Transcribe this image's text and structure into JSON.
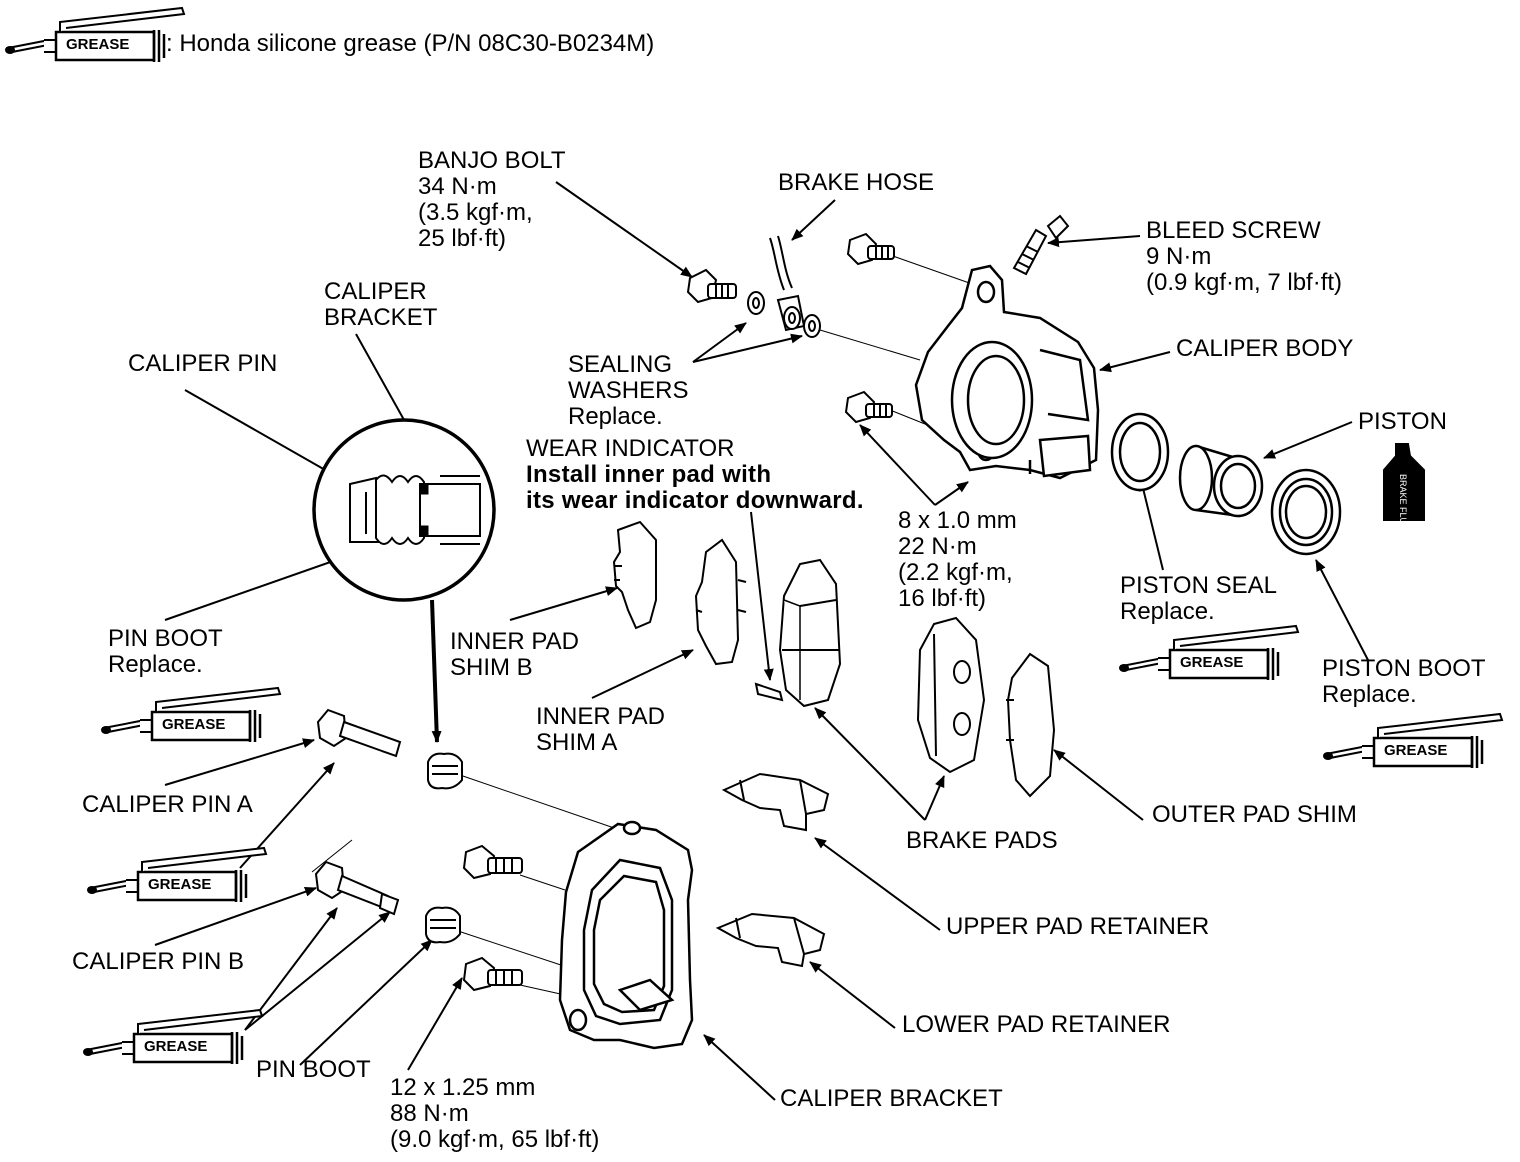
{
  "legend": {
    "tube_label": "GREASE",
    "text": ": Honda silicone grease (P/N 08C30-B0234M)"
  },
  "grease_tube_label": "GREASE",
  "brake_fluid_label": [
    "BRAKE",
    "FLUID"
  ],
  "labels": {
    "banjo_bolt": [
      "BANJO BOLT",
      "34 N·m",
      "(3.5 kgf·m,",
      "25 lbf·ft)"
    ],
    "brake_hose": [
      "BRAKE HOSE"
    ],
    "bleed_screw": [
      "BLEED SCREW",
      "9 N·m",
      "(0.9 kgf·m, 7 lbf·ft)"
    ],
    "caliper_bracket_top": [
      "CALIPER",
      "BRACKET"
    ],
    "caliper_pin": [
      "CALIPER PIN"
    ],
    "sealing_washers": [
      "SEALING",
      "WASHERS",
      "Replace."
    ],
    "caliper_body": [
      "CALIPER BODY"
    ],
    "piston": [
      "PISTON"
    ],
    "wear_indicator": [
      "WEAR INDICATOR"
    ],
    "wear_indicator_note": [
      "Install inner pad with",
      "its wear indicator downward."
    ],
    "bolt_8mm": [
      "8 x 1.0 mm",
      "22 N·m",
      "(2.2 kgf·m,",
      "16 lbf·ft)"
    ],
    "piston_seal": [
      "PISTON SEAL",
      "Replace."
    ],
    "piston_boot": [
      "PISTON BOOT",
      "Replace."
    ],
    "pin_boot_top": [
      "PIN BOOT",
      "Replace."
    ],
    "inner_pad_shim_b": [
      "INNER PAD",
      "SHIM B"
    ],
    "inner_pad_shim_a": [
      "INNER PAD",
      "SHIM A"
    ],
    "caliper_pin_a": [
      "CALIPER PIN A"
    ],
    "brake_pads": [
      "BRAKE PADS"
    ],
    "outer_pad_shim": [
      "OUTER PAD SHIM"
    ],
    "upper_pad_retainer": [
      "UPPER PAD RETAINER"
    ],
    "caliper_pin_b": [
      "CALIPER PIN B"
    ],
    "lower_pad_retainer": [
      "LOWER PAD RETAINER"
    ],
    "pin_boot_bottom": [
      "PIN BOOT"
    ],
    "bolt_12mm": [
      "12 x 1.25 mm",
      "88 N·m",
      "(9.0 kgf·m, 65 lbf·ft)"
    ],
    "caliper_bracket_bottom": [
      "CALIPER BRACKET"
    ]
  }
}
